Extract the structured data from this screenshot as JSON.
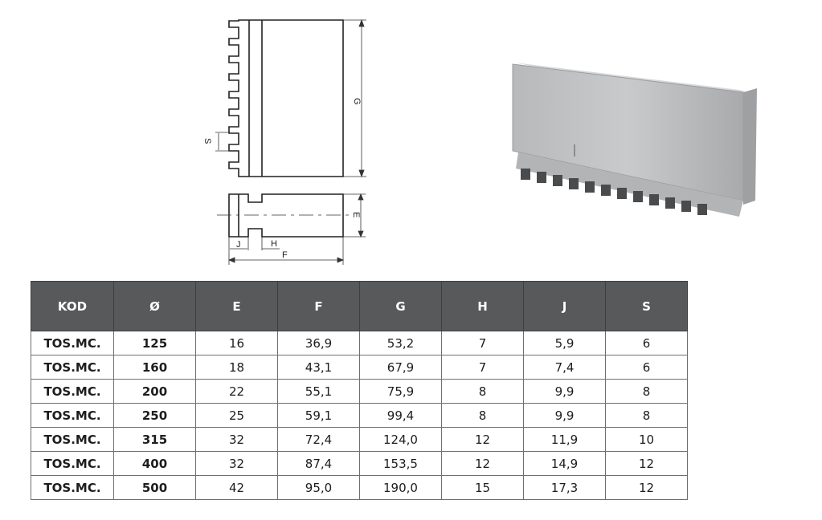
{
  "drawing": {
    "labels": {
      "G": "G",
      "S": "S",
      "E": "E",
      "J": "J",
      "H": "H",
      "F": "F"
    }
  },
  "photo": {
    "subject": "soft-jaw-block"
  },
  "table": {
    "headers": [
      "KOD",
      "Ø",
      "E",
      "F",
      "G",
      "H",
      "J",
      "S"
    ],
    "rows": [
      [
        "TOS.MC.",
        "125",
        "16",
        "36,9",
        "53,2",
        "7",
        "5,9",
        "6"
      ],
      [
        "TOS.MC.",
        "160",
        "18",
        "43,1",
        "67,9",
        "7",
        "7,4",
        "6"
      ],
      [
        "TOS.MC.",
        "200",
        "22",
        "55,1",
        "75,9",
        "8",
        "9,9",
        "8"
      ],
      [
        "TOS.MC.",
        "250",
        "25",
        "59,1",
        "99,4",
        "8",
        "9,9",
        "8"
      ],
      [
        "TOS.MC.",
        "315",
        "32",
        "72,4",
        "124,0",
        "12",
        "11,9",
        "10"
      ],
      [
        "TOS.MC.",
        "400",
        "32",
        "87,4",
        "153,5",
        "12",
        "14,9",
        "12"
      ],
      [
        "TOS.MC.",
        "500",
        "42",
        "95,0",
        "190,0",
        "15",
        "17,3",
        "12"
      ]
    ]
  },
  "colors": {
    "header_bg": "#58595b",
    "header_text": "#ffffff",
    "grid": "#6f6f6f"
  }
}
